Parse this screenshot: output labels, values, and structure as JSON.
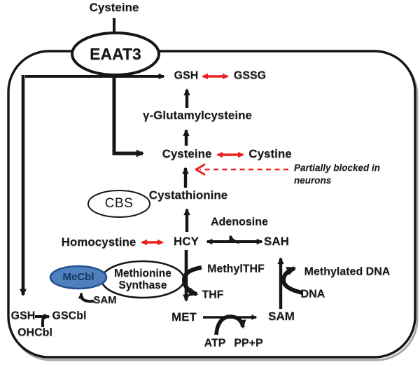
{
  "diagram": {
    "nodes": {
      "cysteine_extracellular": "Cysteine",
      "eaat3": "EAAT3",
      "gsh_top": "GSH",
      "gssg": "GSSG",
      "gamma_glutamylcysteine": "γ-Glutamylcysteine",
      "cysteine": "Cysteine",
      "cystine": "Cystine",
      "cystathionine": "Cystathionine",
      "cbs": "CBS",
      "adenosine": "Adenosine",
      "homocystine": "Homocystine",
      "hcy": "HCY",
      "sah": "SAH",
      "methionine_synthase_line1": "Methionine",
      "methionine_synthase_line2": "Synthase",
      "mecbl": "MeCbl",
      "methylthf": "MethylTHF",
      "thf": "THF",
      "methylated_dna": "Methylated DNA",
      "dna": "DNA",
      "sam_cofactor": "SAM",
      "gsh_bottom": "GSH",
      "gscbl": "GSCbl",
      "ohcbl": "OHCbl",
      "met": "MET",
      "sam": "SAM",
      "atp": "ATP",
      "pp_p": "PP+P"
    },
    "annotation": {
      "line1": "Partially blocked in",
      "line2": "neurons"
    },
    "colors": {
      "black": "#161616",
      "red": "#e8201f",
      "mecbl_fill": "#4d80bd",
      "mecbl_border": "#24508f",
      "mecbl_text": "#17365d",
      "shadow_gray": "#a8a8a8"
    }
  }
}
